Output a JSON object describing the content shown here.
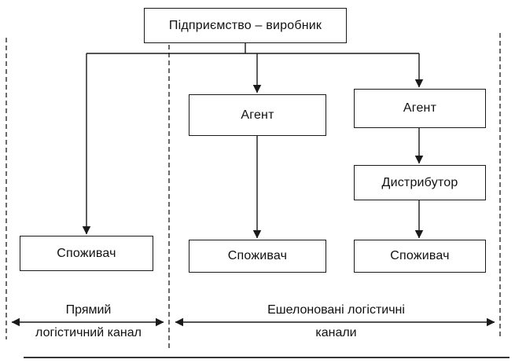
{
  "boxes": {
    "producer": "Підприємство – виробник",
    "agent_left": "Агент",
    "agent_right": "Агент",
    "distributor": "Дистрибутор",
    "consumer_left": "Споживач",
    "consumer_middle": "Споживач",
    "consumer_right": "Споживач"
  },
  "labels": {
    "direct_line1": "Прямий",
    "direct_line2": "логістичний канал",
    "echelon_line1": "Ешелоновані логістичні",
    "echelon_line2": "канали"
  }
}
